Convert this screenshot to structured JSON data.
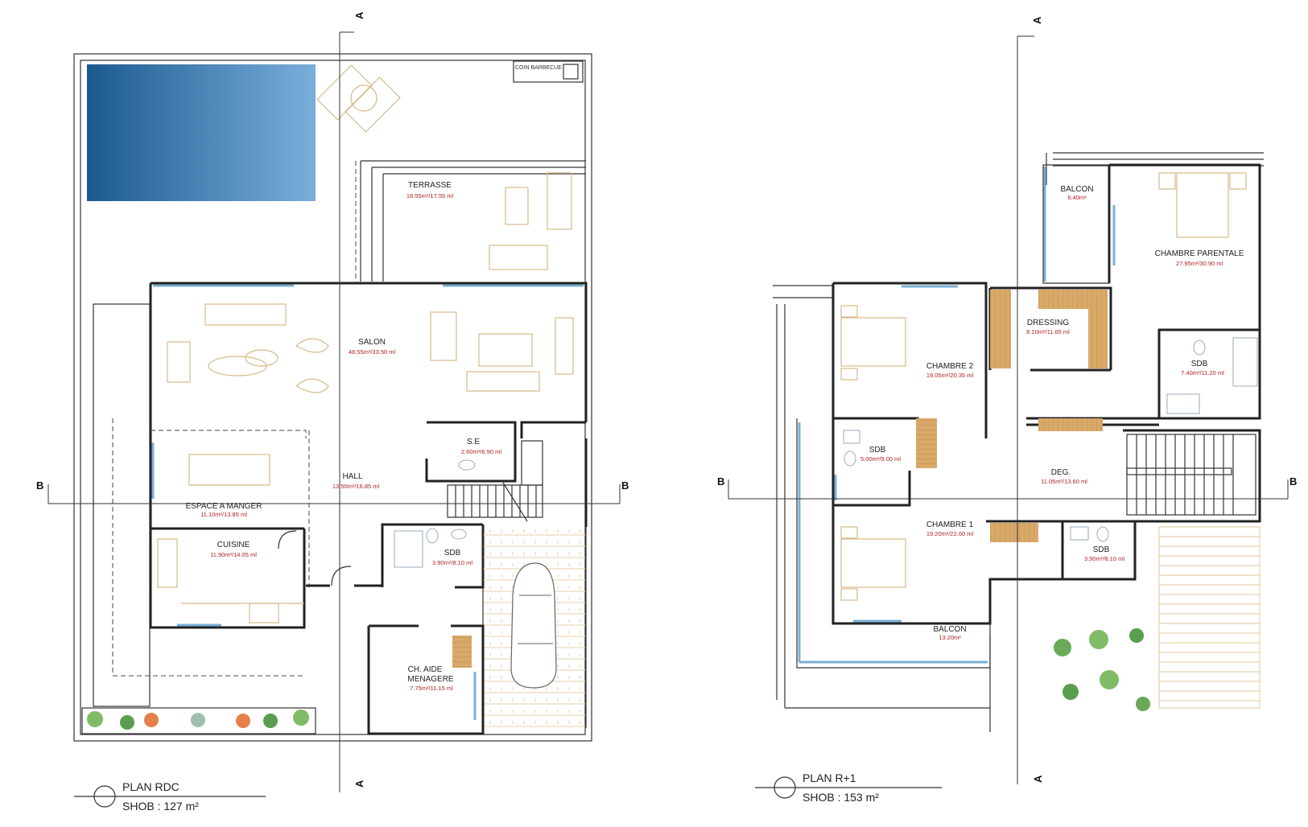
{
  "plans": [
    {
      "title": "PLAN RDC",
      "shob": "SHOB : 127 m²",
      "rooms": [
        {
          "name": "TERRASSE",
          "area": "18.55m²/17.55 ml"
        },
        {
          "name": "SALON",
          "area": "48.55m²/33.50 ml"
        },
        {
          "name": "S.E",
          "area": "2.60m²/6.90 ml"
        },
        {
          "name": "HALL",
          "area": "13.50m²/16.85 ml"
        },
        {
          "name": "ESPACE A MANGER",
          "area": "11.10m²/13.85 ml"
        },
        {
          "name": "CUISINE",
          "area": "11.90m²/14.05 ml"
        },
        {
          "name": "SDB",
          "area": "3.90m²/8.10 ml"
        },
        {
          "name": "CH. AIDE",
          "name2": "MENAGERE",
          "area": "7.75m²/11.15 ml"
        }
      ],
      "labels": {
        "coin_barbecue": "COIN BARBECUE"
      }
    },
    {
      "title": "PLAN R+1",
      "shob": "SHOB : 153 m²",
      "rooms": [
        {
          "name": "BALCON",
          "area": "6.40m²"
        },
        {
          "name": "CHAMBRE PARENTALE",
          "area": "27.95m²/30.90 ml"
        },
        {
          "name": "DRESSING",
          "area": "8.10m²/11.65 ml"
        },
        {
          "name": "CHAMBRE 2",
          "area": "19.05m²/20.35 ml"
        },
        {
          "name": "SDB",
          "area": "7.40m²/11.20 ml"
        },
        {
          "name": "SDB",
          "area": "5.00m²/9.00 ml"
        },
        {
          "name": "DEG.",
          "area": "11.05m²/13.60 ml"
        },
        {
          "name": "CHAMBRE 1",
          "area": "19.20m²/22.60 ml"
        },
        {
          "name": "SDB",
          "area": "3.90m²/8.10 ml"
        },
        {
          "name": "BALCON",
          "area": "13.20m²"
        }
      ]
    }
  ],
  "section_marks": {
    "a": "A",
    "b": "B"
  },
  "colors": {
    "pool_dark": "#1b5a8e",
    "pool_light": "#7aaedc",
    "wood": "#d9a96a",
    "area_text": "#b02020",
    "glazing": "#7ab0d6"
  }
}
